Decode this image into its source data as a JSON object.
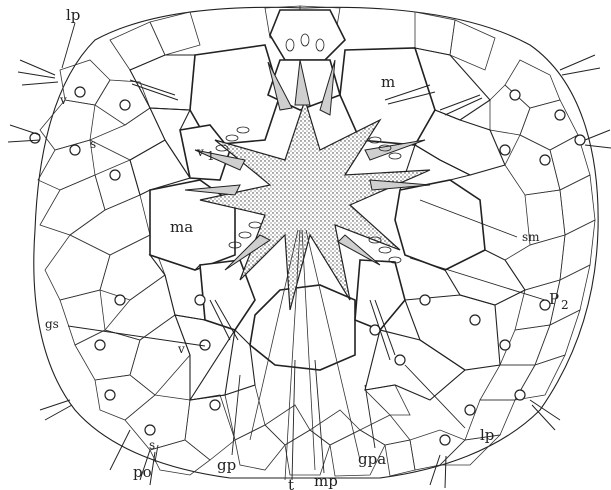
{
  "labels": {
    "lp_top": "lp",
    "m": "m",
    "v_left": "v",
    "s_left": "s",
    "v1": "v",
    "v1_sub": "1",
    "ma": "ma",
    "sm": "sm",
    "p2": "P",
    "p2_sub": "2",
    "gs": "gs",
    "v_lower": "v",
    "s_lower": "s",
    "po": "po",
    "gp": "gp",
    "t": "t",
    "mp": "mp",
    "gpa": "gpa",
    "lp_bottom": "lp"
  }
}
